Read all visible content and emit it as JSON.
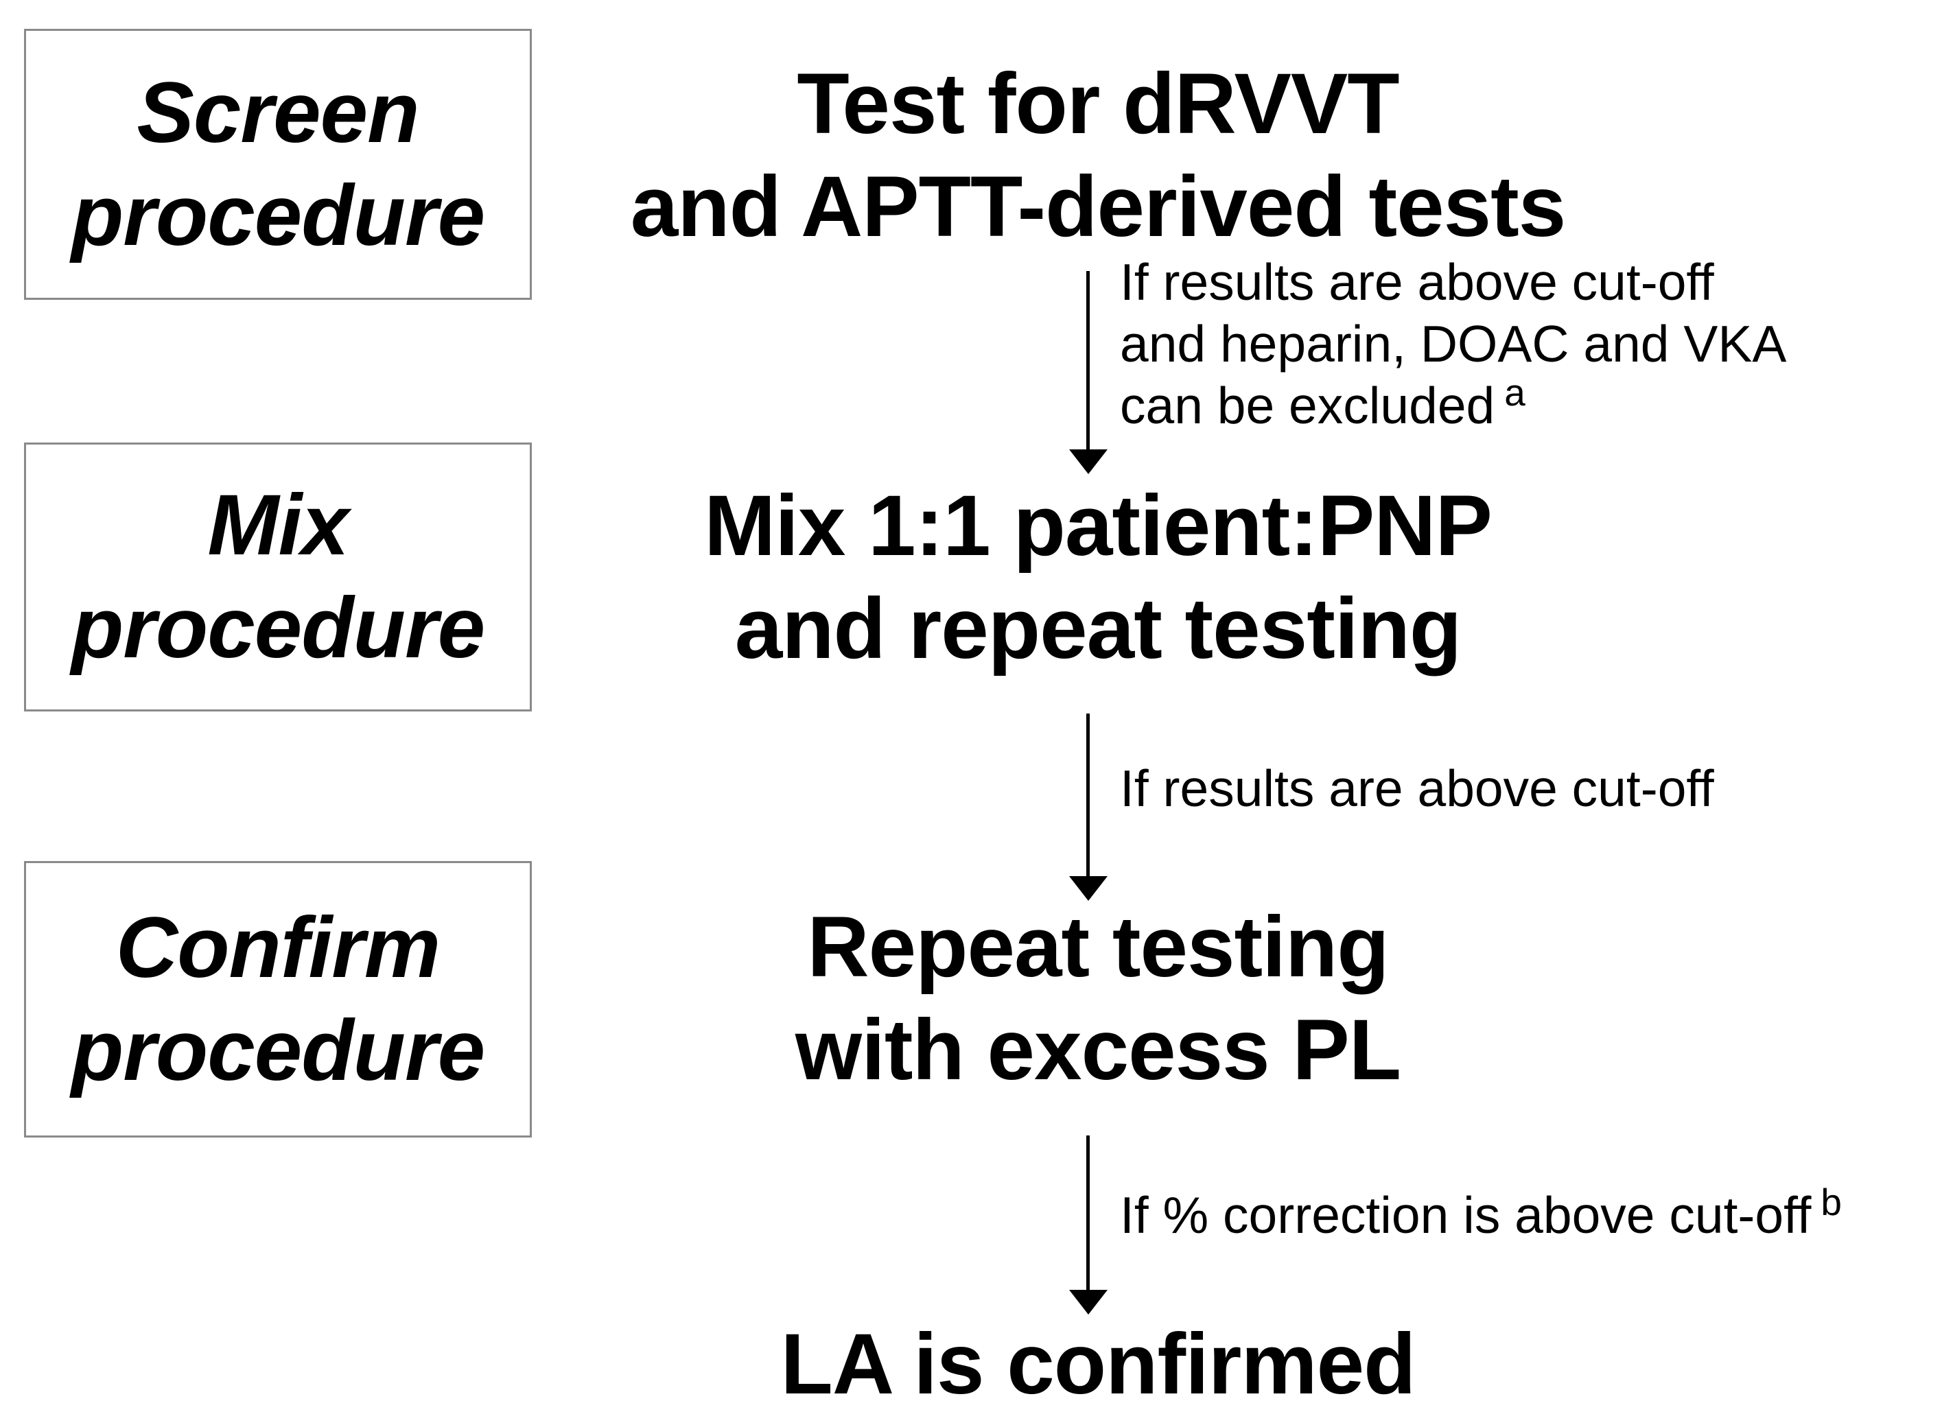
{
  "palette": {
    "background": "#ffffff",
    "text": "#000000",
    "box_border": "#8a8a8a"
  },
  "procedure_boxes": [
    {
      "label_lines": [
        "Screen",
        "procedure"
      ]
    },
    {
      "label_lines": [
        "Mix",
        "procedure"
      ]
    },
    {
      "label_lines": [
        "Confirm",
        "procedure"
      ]
    }
  ],
  "flow_steps": [
    {
      "text_lines": [
        "Test for dRVVT",
        "and APTT-derived tests"
      ]
    },
    {
      "text_lines": [
        "Mix 1:1 patient:PNP",
        "and repeat testing"
      ]
    },
    {
      "text_lines": [
        "Repeat testing",
        "with excess PL"
      ]
    },
    {
      "text_lines": [
        "LA is confirmed"
      ]
    }
  ],
  "arrow_labels": [
    {
      "lines": [
        "If results are above cut-off",
        "and heparin, DOAC and VKA",
        "can be excluded"
      ],
      "superscript": "a"
    },
    {
      "lines": [
        "If results are above cut-off"
      ],
      "superscript": ""
    },
    {
      "lines": [
        "If % correction is above cut-off"
      ],
      "superscript": "b"
    }
  ]
}
